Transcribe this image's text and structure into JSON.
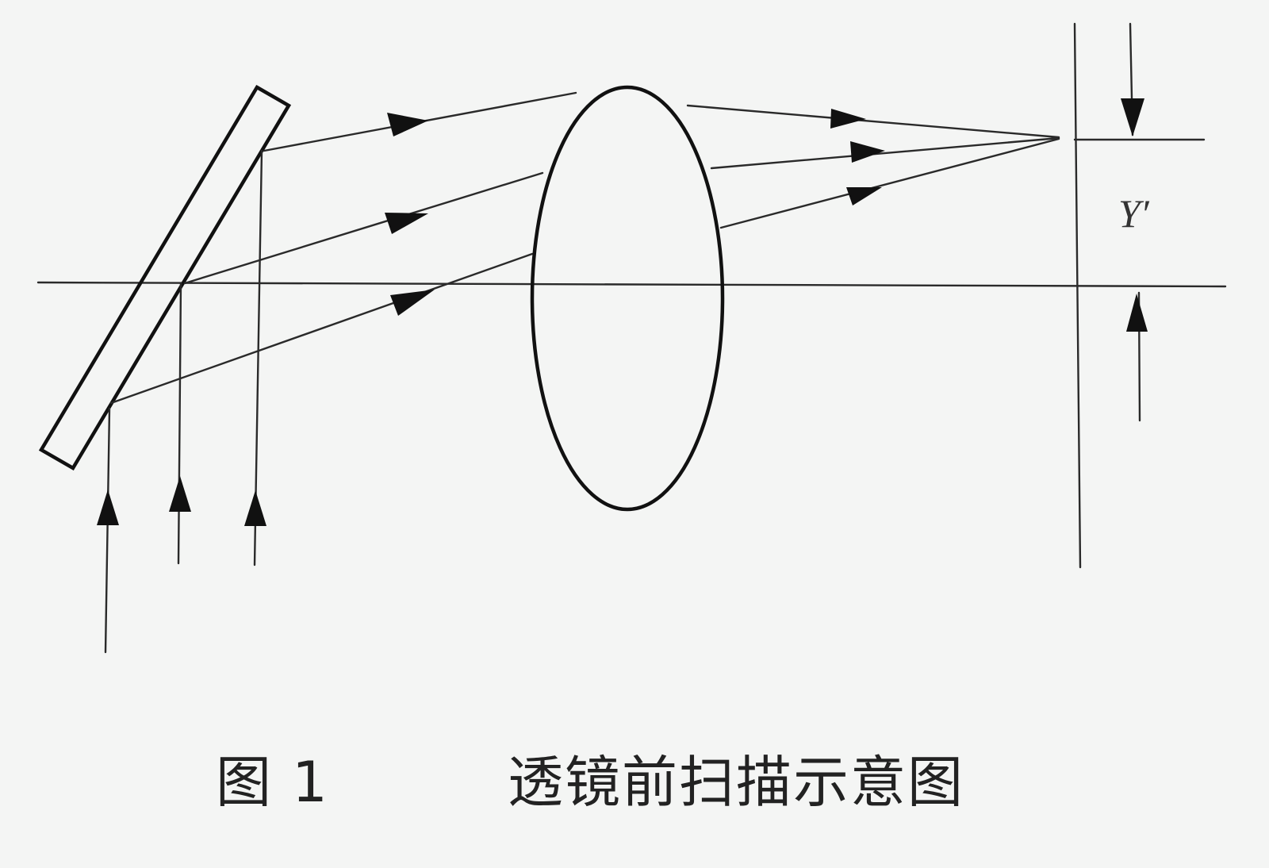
{
  "figure": {
    "number_label": "图 1",
    "title": "透镜前扫描示意图",
    "image_height_label": "Y′"
  },
  "elements": {
    "scan_mirror": "tilted plane mirror (rectangle) at left",
    "lens": "ellipse-shaped convex lens at center",
    "optical_axis": "horizontal line through lens center",
    "image_plane": "vertical line at right",
    "incident_beams": 3,
    "reflected_rays": 3,
    "converging_rays": 3
  },
  "colors": {
    "background": "#f4f5f4",
    "ink": "#111111"
  }
}
